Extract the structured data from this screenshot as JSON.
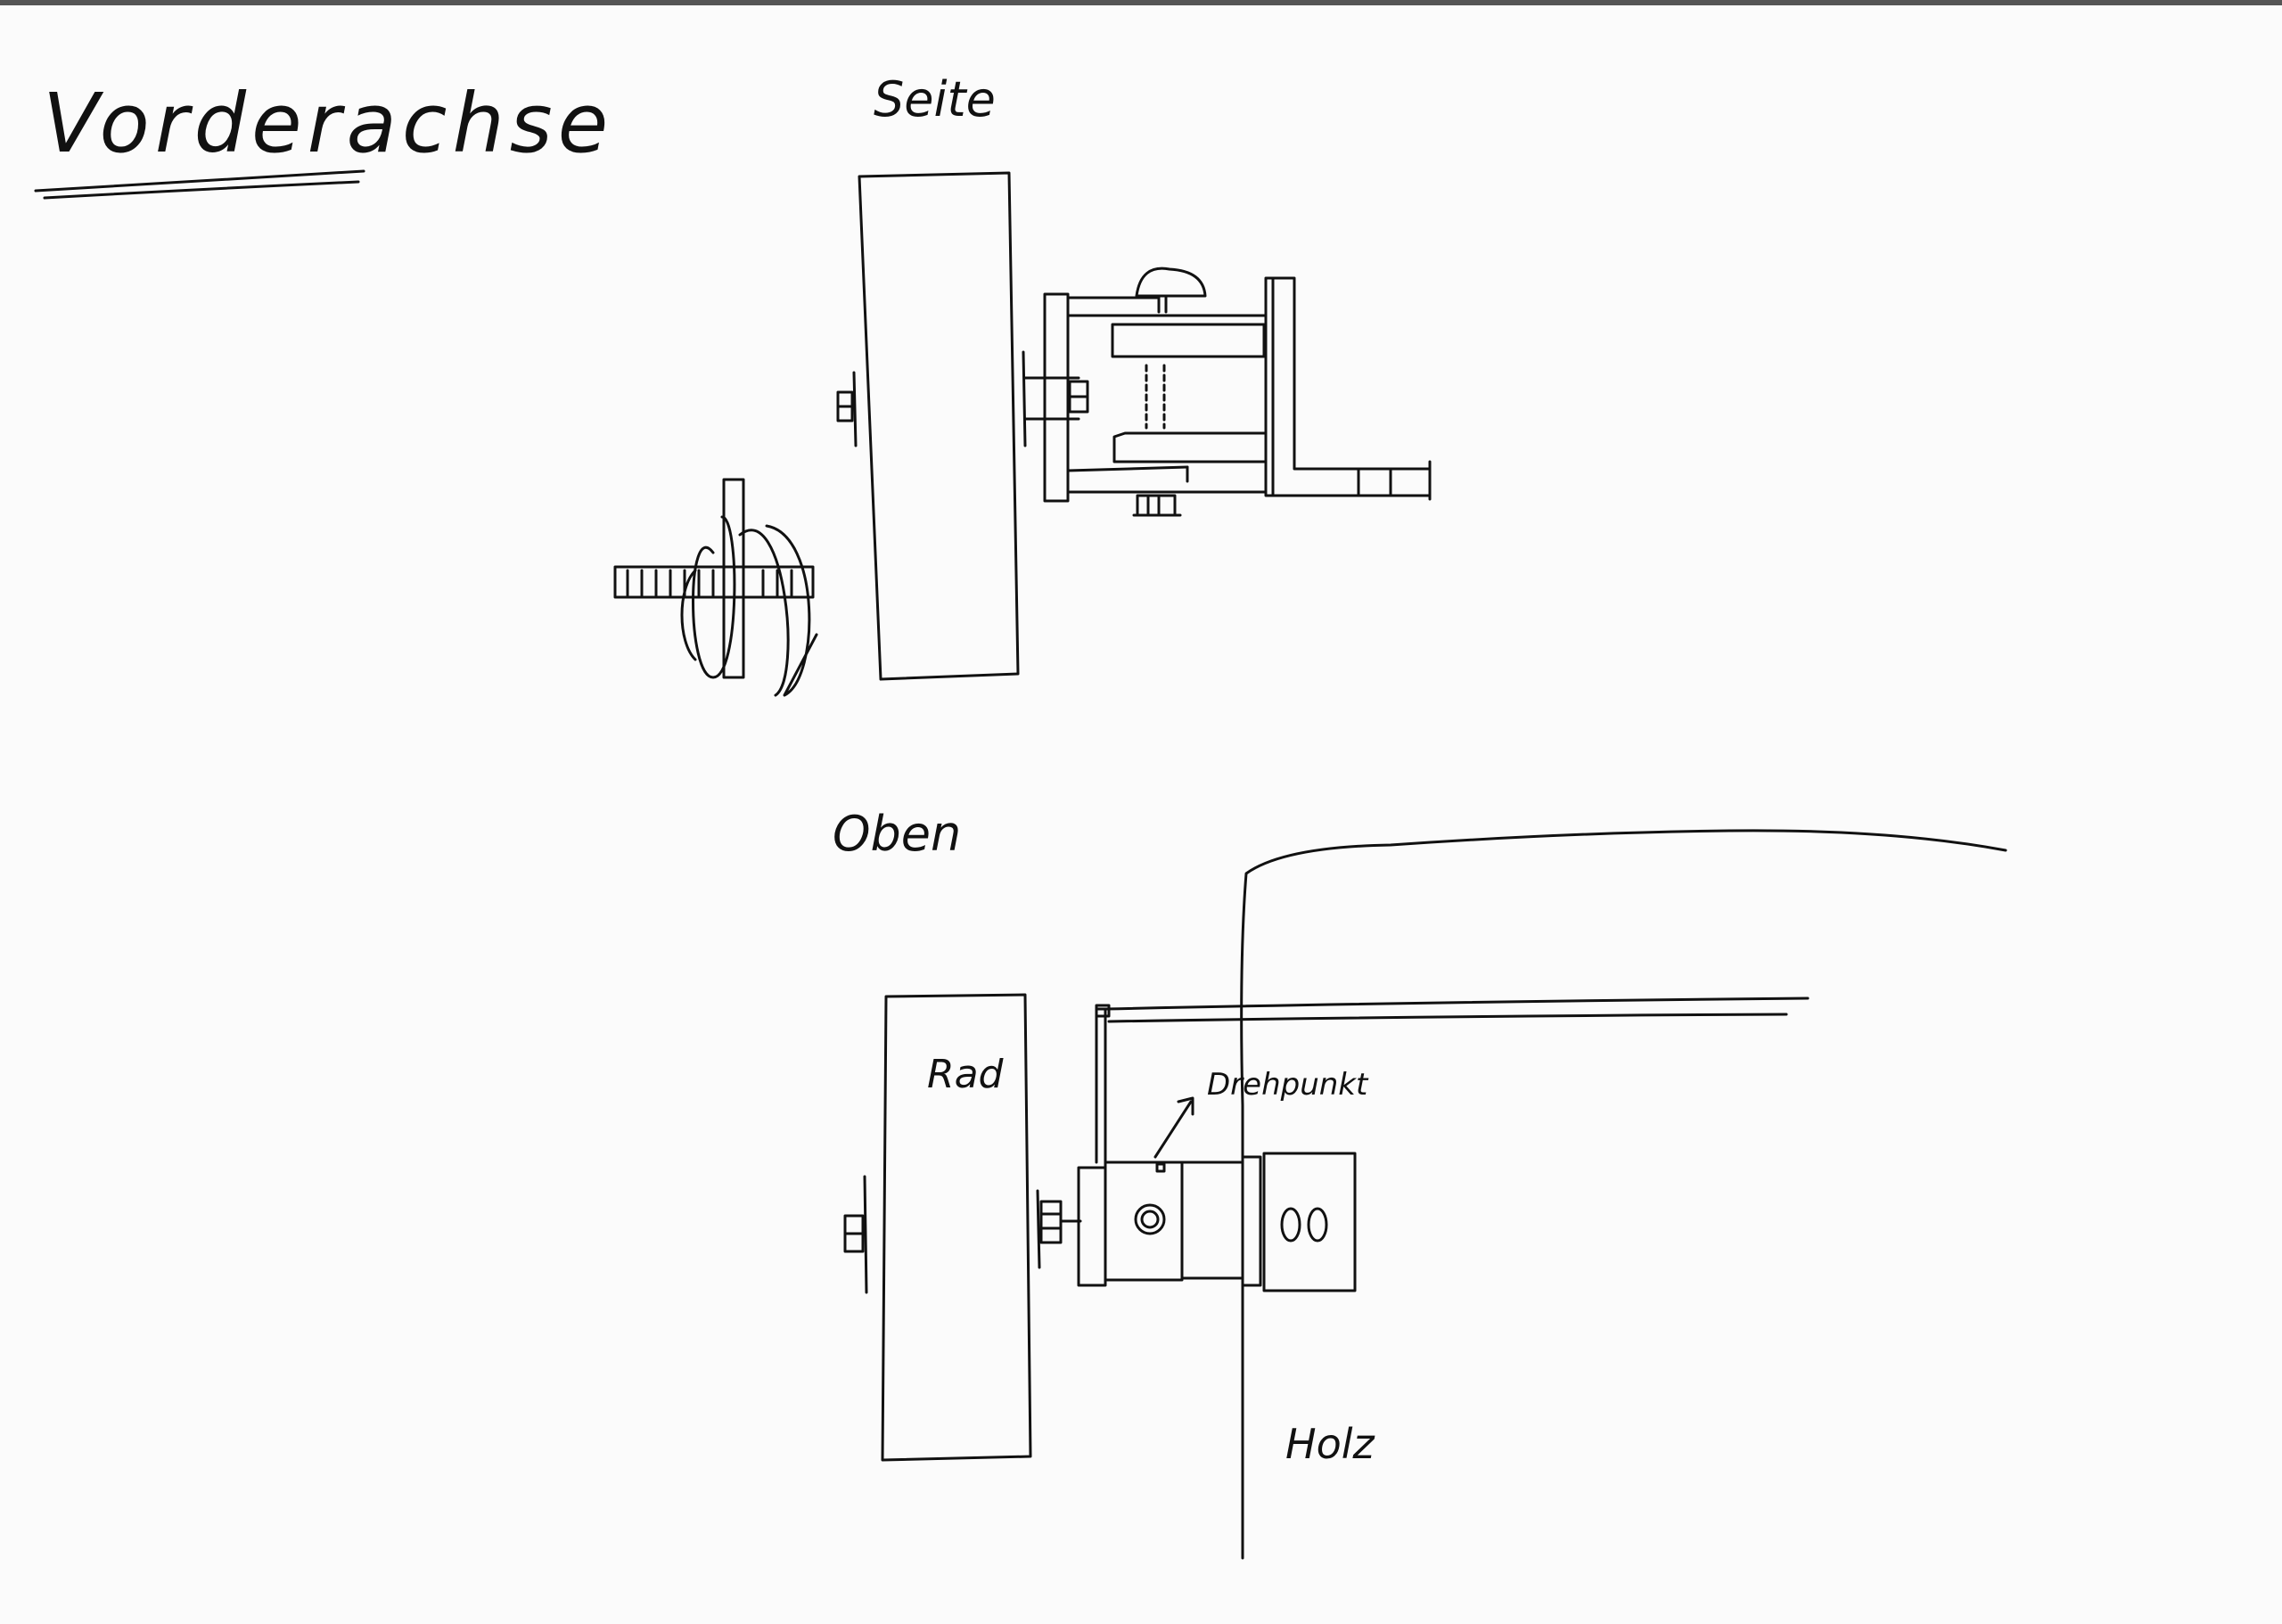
{
  "title": "Vorderachse",
  "views": {
    "side_label": "Seite",
    "top_label": "Oben"
  },
  "labels": {
    "wheel": "Rad",
    "pivot": "Drehpunkt",
    "wood": "Holz"
  }
}
